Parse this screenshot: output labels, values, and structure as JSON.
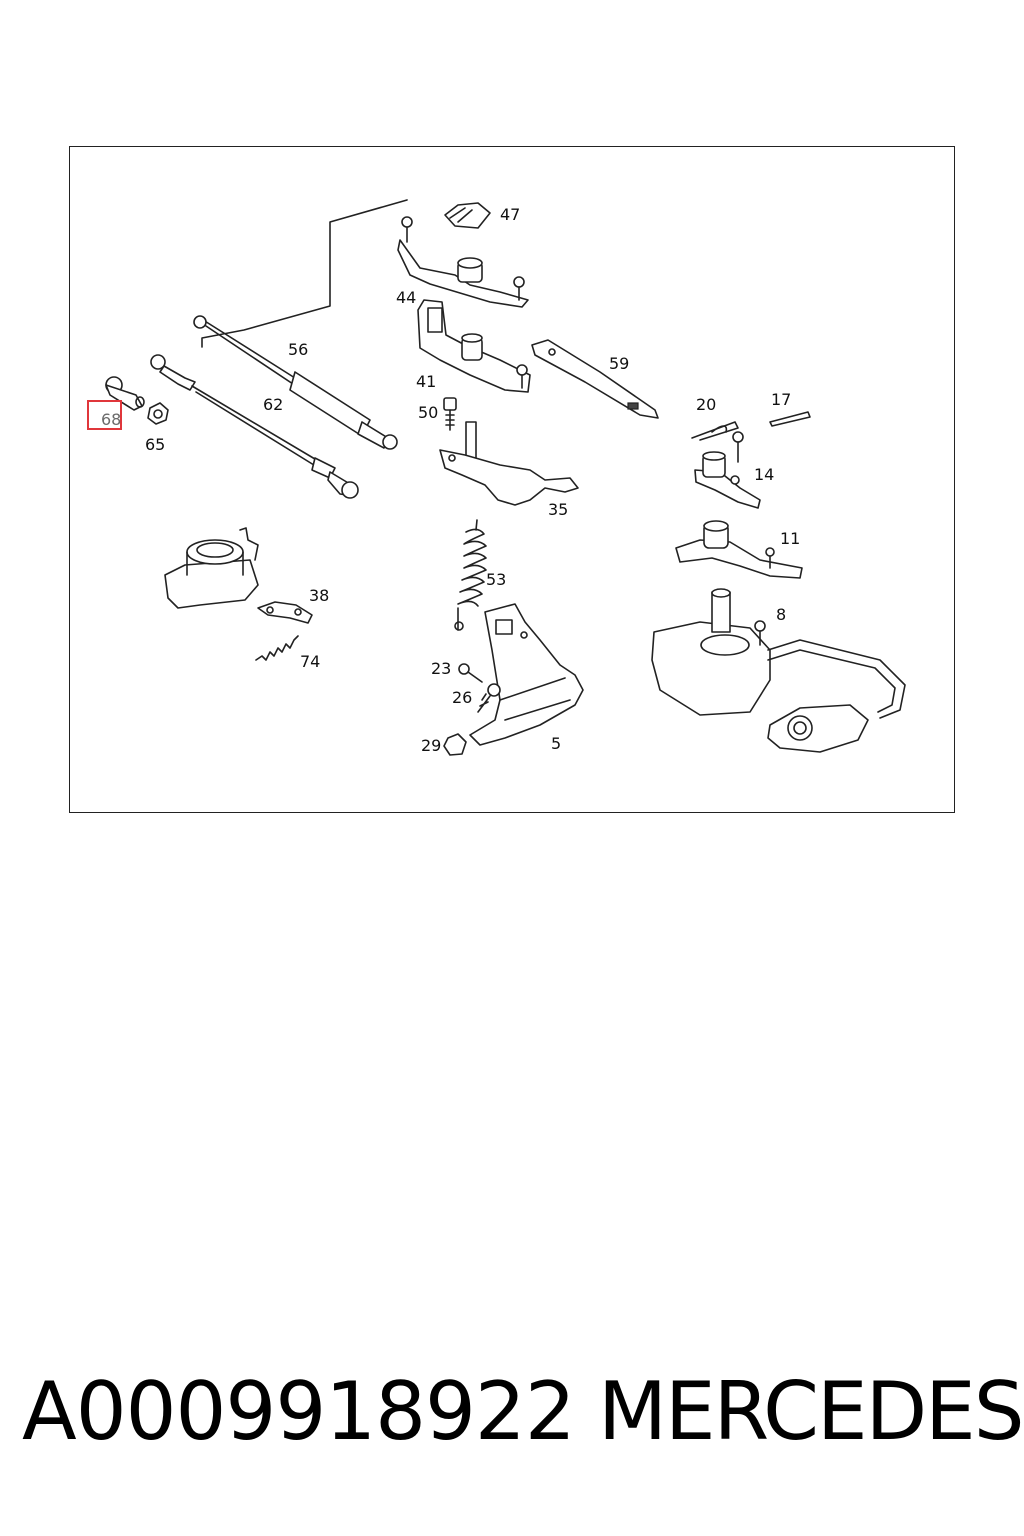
{
  "diagram": {
    "callouts": [
      {
        "id": "47",
        "label": "47"
      },
      {
        "id": "44",
        "label": "44"
      },
      {
        "id": "56",
        "label": "56"
      },
      {
        "id": "41",
        "label": "41"
      },
      {
        "id": "59",
        "label": "59"
      },
      {
        "id": "62",
        "label": "62"
      },
      {
        "id": "68",
        "label": "68",
        "highlighted": true
      },
      {
        "id": "65",
        "label": "65"
      },
      {
        "id": "50",
        "label": "50"
      },
      {
        "id": "20",
        "label": "20"
      },
      {
        "id": "17",
        "label": "17"
      },
      {
        "id": "14",
        "label": "14"
      },
      {
        "id": "35",
        "label": "35"
      },
      {
        "id": "11",
        "label": "11"
      },
      {
        "id": "53",
        "label": "53"
      },
      {
        "id": "38",
        "label": "38"
      },
      {
        "id": "8",
        "label": "8"
      },
      {
        "id": "74",
        "label": "74"
      },
      {
        "id": "23",
        "label": "23"
      },
      {
        "id": "26",
        "label": "26"
      },
      {
        "id": "29",
        "label": "29"
      },
      {
        "id": "5",
        "label": "5"
      }
    ],
    "highlight_color": "#e0363b"
  },
  "footer": {
    "part_number": "A0009918922",
    "brand": "MERCEDES"
  }
}
